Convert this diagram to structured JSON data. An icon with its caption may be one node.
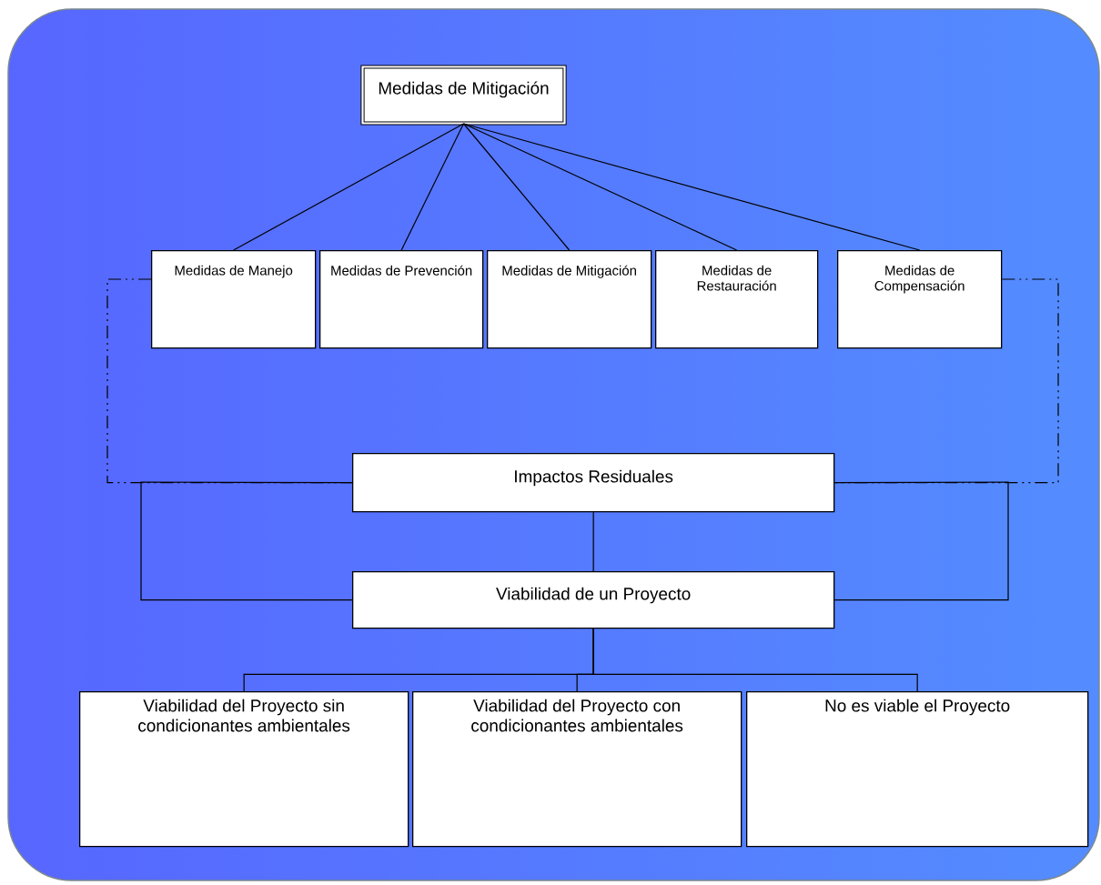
{
  "diagram": {
    "nodes": [
      {
        "text": [
          "Medidas de Mitigación"
        ]
      },
      {
        "text": [
          "Medidas de Manejo"
        ]
      },
      {
        "text": [
          "Medidas de Prevención"
        ]
      },
      {
        "text": [
          "Medidas de Mitigación"
        ]
      },
      {
        "text": [
          "Medidas de Restauración"
        ]
      },
      {
        "text": [
          "Medidas de Compensación"
        ]
      },
      {
        "text": [
          "Impactos Residuales"
        ]
      },
      {
        "text": [
          "Viabilidad de un Proyecto"
        ]
      },
      {
        "text": [
          "Viabilidad del Proyecto sin condicionantes ambientales"
        ]
      },
      {
        "text": [
          "Viabilidad del Proyecto con condicionantes ambientales"
        ]
      },
      {
        "text": [
          "No es viable el Proyecto"
        ]
      }
    ],
    "edges": [
      {
        "from": 0,
        "to": 1,
        "arrow": "none"
      },
      {
        "from": 0,
        "to": 2,
        "arrow": "none"
      },
      {
        "from": 0,
        "to": 3,
        "arrow": "none"
      },
      {
        "from": 0,
        "to": 4,
        "arrow": "none"
      },
      {
        "from": 0,
        "to": 5,
        "arrow": "none"
      },
      {
        "from": 1,
        "to": 6,
        "arrow": "none",
        "style": "dashed"
      },
      {
        "from": 5,
        "to": 6,
        "arrow": "none",
        "style": "dashed"
      },
      {
        "from": 6,
        "to": 7,
        "arrow": "none"
      },
      {
        "from": 6,
        "to": 7,
        "arrow": "none"
      },
      {
        "from": 6,
        "to": 7,
        "arrow": "none"
      },
      {
        "from": 7,
        "to": 8,
        "arrow": "none"
      },
      {
        "from": 7,
        "to": 9,
        "arrow": "none"
      },
      {
        "from": 7,
        "to": 10,
        "arrow": "none"
      }
    ]
  }
}
